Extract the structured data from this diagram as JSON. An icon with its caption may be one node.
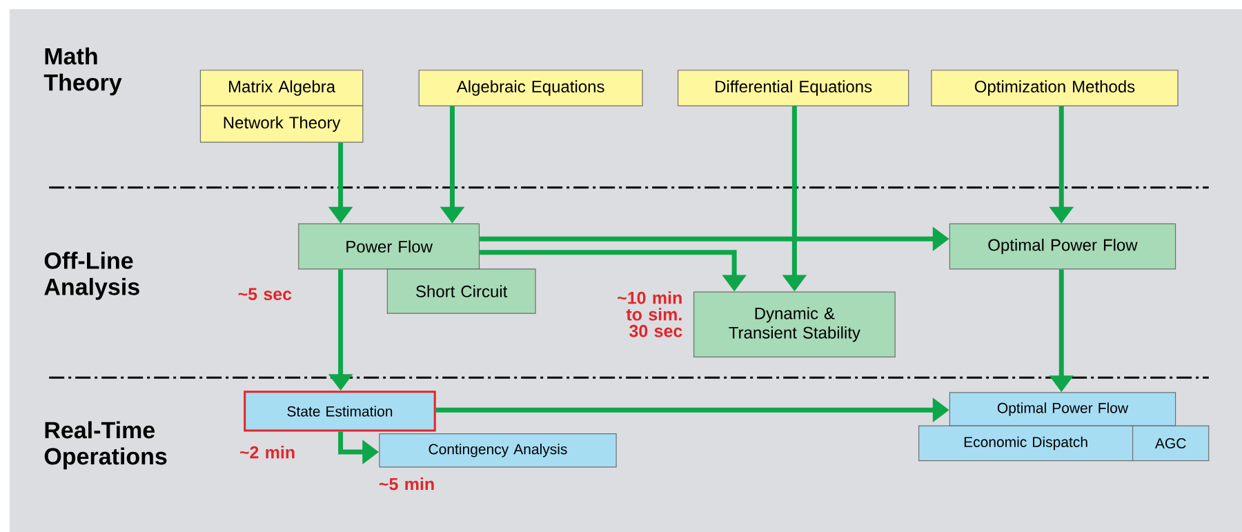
{
  "diagram": {
    "nodes": [
      {
        "text": [
          "Matrix Algebra"
        ]
      },
      {
        "text": [
          "Network Theory"
        ]
      },
      {
        "text": [
          "Algebraic Equations"
        ]
      },
      {
        "text": [
          "Differential Equations"
        ]
      },
      {
        "text": [
          "Optimization Methods"
        ]
      },
      {
        "text": [
          "Power Flow"
        ]
      },
      {
        "text": [
          "Short Circuit"
        ]
      },
      {
        "text": [
          "Optimal Power Flow"
        ]
      },
      {
        "text": [
          "Dynamic & Transient Stability"
        ]
      },
      {
        "text": [
          "State Estimation"
        ]
      },
      {
        "text": [
          "Contingency Analysis"
        ]
      },
      {
        "text": [
          "Optimal Power Flow"
        ]
      },
      {
        "text": [
          "Economic Dispatch"
        ]
      },
      {
        "text": [
          "AGC"
        ]
      }
    ],
    "edges": [
      {
        "from": 1,
        "to": 5,
        "arrow": "to"
      },
      {
        "from": 2,
        "to": 5,
        "arrow": "to"
      },
      {
        "from": 5,
        "to": 7,
        "arrow": "to"
      },
      {
        "from": 5,
        "to": 8,
        "arrow": "to"
      },
      {
        "from": 3,
        "to": 8,
        "arrow": "to"
      },
      {
        "from": 4,
        "to": 7,
        "arrow": "to"
      },
      {
        "from": 5,
        "to": 9,
        "arrow": "to"
      },
      {
        "from": 7,
        "to": 11,
        "arrow": "to"
      },
      {
        "from": 9,
        "to": 10,
        "arrow": "to"
      },
      {
        "from": 9,
        "to": 11,
        "arrow": "to"
      }
    ],
    "labels": [
      "Math Theory",
      "Off-Line Analysis",
      "~5 sec",
      "~10 min to sim. 30 sec",
      "Real-Time Operations",
      "~2 min",
      "~5 min"
    ]
  }
}
